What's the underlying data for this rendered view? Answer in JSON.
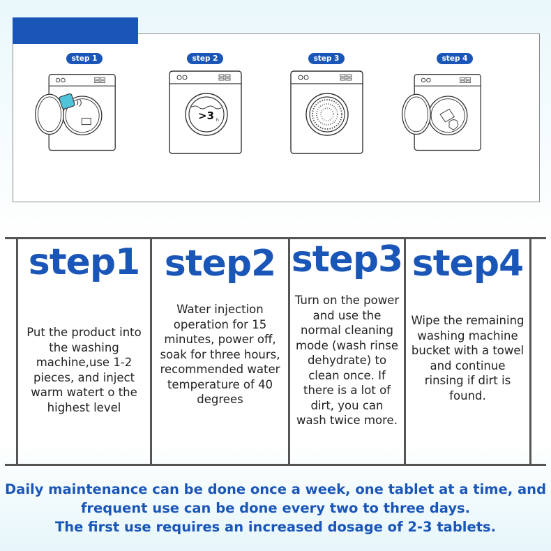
{
  "diagram": {
    "pills": [
      "step 1",
      "step 2",
      "step 3",
      "step 4"
    ],
    "drum_label_step2": ">3",
    "drum_label_step2_sub": "h"
  },
  "steps": [
    {
      "heading": "step1",
      "text": "Put the product into the washing machine,use 1-2 pieces, and inject warm watert o the highest level"
    },
    {
      "heading": "step2",
      "text": "Water injection operation for 15 minutes, power off, soak for three hours, recommended water temperature of 40 degrees"
    },
    {
      "heading": "step3",
      "text": "Turn on the power and use the normal cleaning mode (wash rinse dehydrate) to clean once. If there is a lot of dirt, you can wash twice more."
    },
    {
      "heading": "step4",
      "text": "Wipe the remaining washing machine bucket with a towel and continue rinsing if dirt is found."
    }
  ],
  "footer": {
    "line1": "Daily maintenance can be done once a week, one tablet at a time, and",
    "line2": "frequent use can be done every two to three days.",
    "line3": "The first use requires an increased dosage of 2-3 tablets."
  },
  "colors": {
    "accent": "#1a56b8",
    "tablet": "#4fc3d9"
  }
}
